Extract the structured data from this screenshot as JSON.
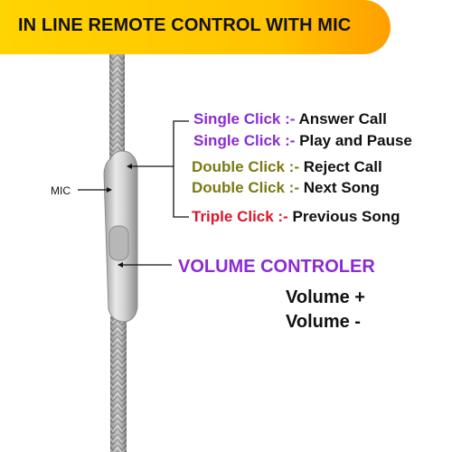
{
  "banner": {
    "title": "IN LINE REMOTE CONTROL WITH MIC"
  },
  "mic_label": "MIC",
  "click_functions": [
    {
      "trigger": "Single Click :-",
      "action": "Answer Call",
      "color": "#8a2bd6"
    },
    {
      "trigger": "Single Click :-",
      "action": "Play and Pause",
      "color": "#8a2bd6"
    },
    {
      "trigger": "Double Click :-",
      "action": "Reject Call",
      "color": "#7a7a16"
    },
    {
      "trigger": "Double Click :-",
      "action": "Next Song",
      "color": "#7a7a16"
    },
    {
      "trigger": "Triple Click :-",
      "action": "Previous Song",
      "color": "#e0142a"
    }
  ],
  "volume": {
    "title": "VOLUME CONTROLER",
    "up": "Volume +",
    "down": "Volume -"
  },
  "colors": {
    "banner": "#ffc400",
    "purple": "#8a2bd6",
    "olive": "#7a7a16",
    "red": "#e0142a",
    "cable": "#b8b8b8"
  }
}
